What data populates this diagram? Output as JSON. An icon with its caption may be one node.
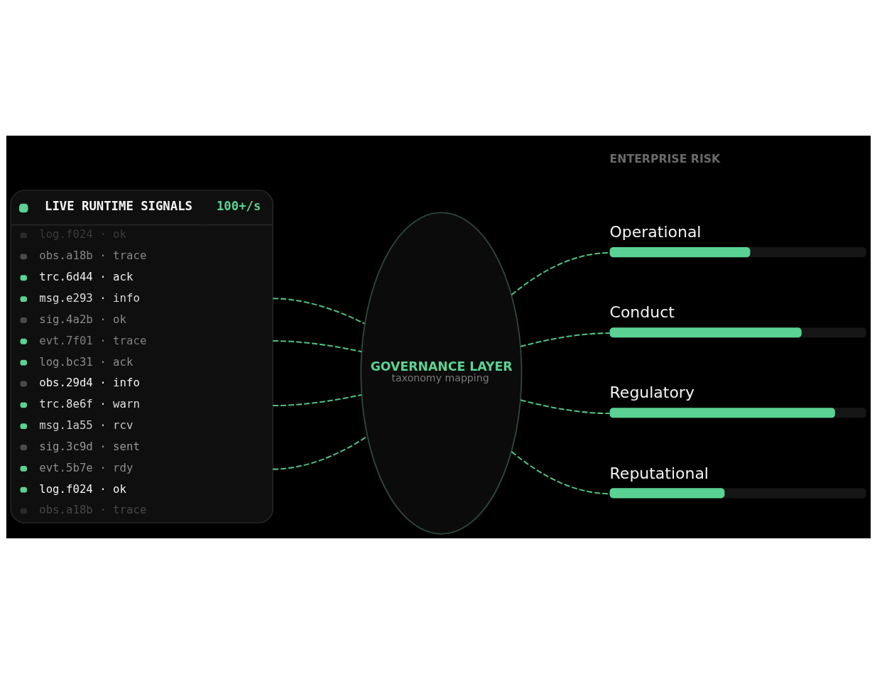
{
  "diagram": {
    "nodes": [
      {
        "text": [
          "LIVE RUNTIME SIGNALS",
          "100+/s",
          "log.f024 · ok",
          "obs.a18b · trace",
          "trc.6d44 · ack",
          "msg.e293 · info",
          "sig.4a2b · ok",
          "evt.7f01 · trace",
          "log.bc31 · ack",
          "obs.29d4 · info",
          "trc.8e6f · warn",
          "msg.1a55 · rcv",
          "sig.3c9d · sent",
          "evt.5b7e · rdy",
          "log.f024 · ok",
          "obs.a18b · trace"
        ]
      },
      {
        "text": [
          "GOVERNANCE LAYER",
          "taxonomy mapping"
        ]
      },
      {
        "text": [
          "Operational"
        ]
      },
      {
        "text": [
          "Conduct"
        ]
      },
      {
        "text": [
          "Regulatory"
        ]
      },
      {
        "text": [
          "Reputational"
        ]
      }
    ],
    "edges": [
      {
        "from": 0,
        "to": 1,
        "arrow": "none",
        "style": "dashed"
      },
      {
        "from": 0,
        "to": 1,
        "arrow": "none",
        "style": "dashed"
      },
      {
        "from": 0,
        "to": 1,
        "arrow": "none",
        "style": "dashed"
      },
      {
        "from": 0,
        "to": 1,
        "arrow": "none",
        "style": "dashed"
      },
      {
        "from": 1,
        "to": 2,
        "arrow": "none",
        "style": "dashed"
      },
      {
        "from": 1,
        "to": 3,
        "arrow": "none",
        "style": "dashed"
      },
      {
        "from": 1,
        "to": 4,
        "arrow": "none",
        "style": "dashed"
      },
      {
        "from": 1,
        "to": 5,
        "arrow": "none",
        "style": "dashed"
      }
    ],
    "labels": [
      "ENTERPRISE RISK"
    ]
  }
}
